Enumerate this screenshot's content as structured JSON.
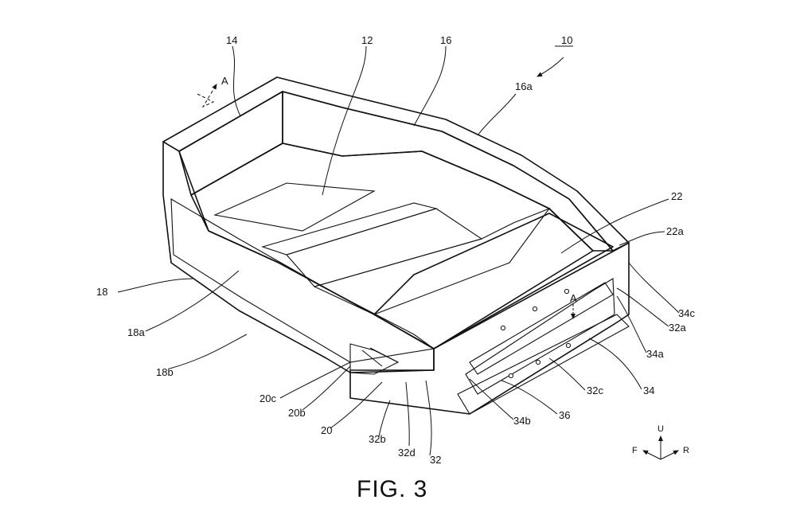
{
  "figure": {
    "caption": "FIG. 3",
    "reference_numerals": {
      "assembly": "10",
      "hull": "12",
      "bow_seat": "14",
      "gunwale": "16",
      "gunwale_edge": "16a",
      "side_wall": "18",
      "side_wall_upper": "18a",
      "side_wall_lower": "18b",
      "bracket": "20",
      "bracket_b": "20b",
      "bracket_c": "20c",
      "stern_deck": "22",
      "stern_deck_top": "22a",
      "transom": "32",
      "transom_a": "32a",
      "transom_b": "32b",
      "transom_c": "32c",
      "transom_d": "32d",
      "frame": "34",
      "frame_a": "34a",
      "frame_b": "34b",
      "frame_c": "34c",
      "strip": "36"
    },
    "section_marker": "A",
    "section_marker_2": "A",
    "direction_axes": {
      "up": "U",
      "front": "F",
      "rear": "R"
    }
  }
}
